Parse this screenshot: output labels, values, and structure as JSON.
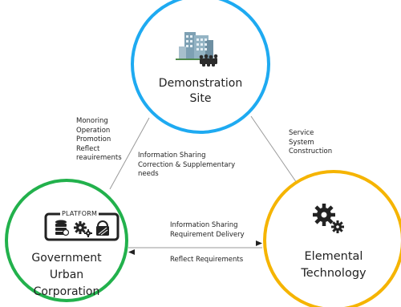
{
  "nodes": {
    "demonstration_site": {
      "label_lines": [
        "Demonstration",
        "Site"
      ],
      "color": "#1eaaf1",
      "icon": "city-buildings-people-icon"
    },
    "government": {
      "label_lines": [
        "Government",
        "Urban",
        "Corporation"
      ],
      "color": "#22b14c",
      "icon": "platform-icon",
      "platform_label": "PLATFORM",
      "platform_icons": [
        "database-icon",
        "gears-icon",
        "security-icon"
      ]
    },
    "elemental_technology": {
      "label_lines": [
        "Elemental",
        "Technology"
      ],
      "color": "#f5b400",
      "icon": "gears-icon"
    }
  },
  "edge_labels": {
    "left_outer": [
      "Monoring",
      "Operation",
      "Promotion",
      "Reflect",
      "reauirements"
    ],
    "left_inner": [
      "Information Sharing",
      "Correction & Supplementary",
      "needs"
    ],
    "right_outer": [
      "Service",
      "System",
      "Construction"
    ],
    "bottom_upper": [
      "Information Sharing",
      "Requirement Delivery"
    ],
    "bottom_lower": [
      "Reflect Requirements"
    ]
  },
  "colors": {
    "connector": "#9a9a9a",
    "arrow_fill": "#222222"
  }
}
